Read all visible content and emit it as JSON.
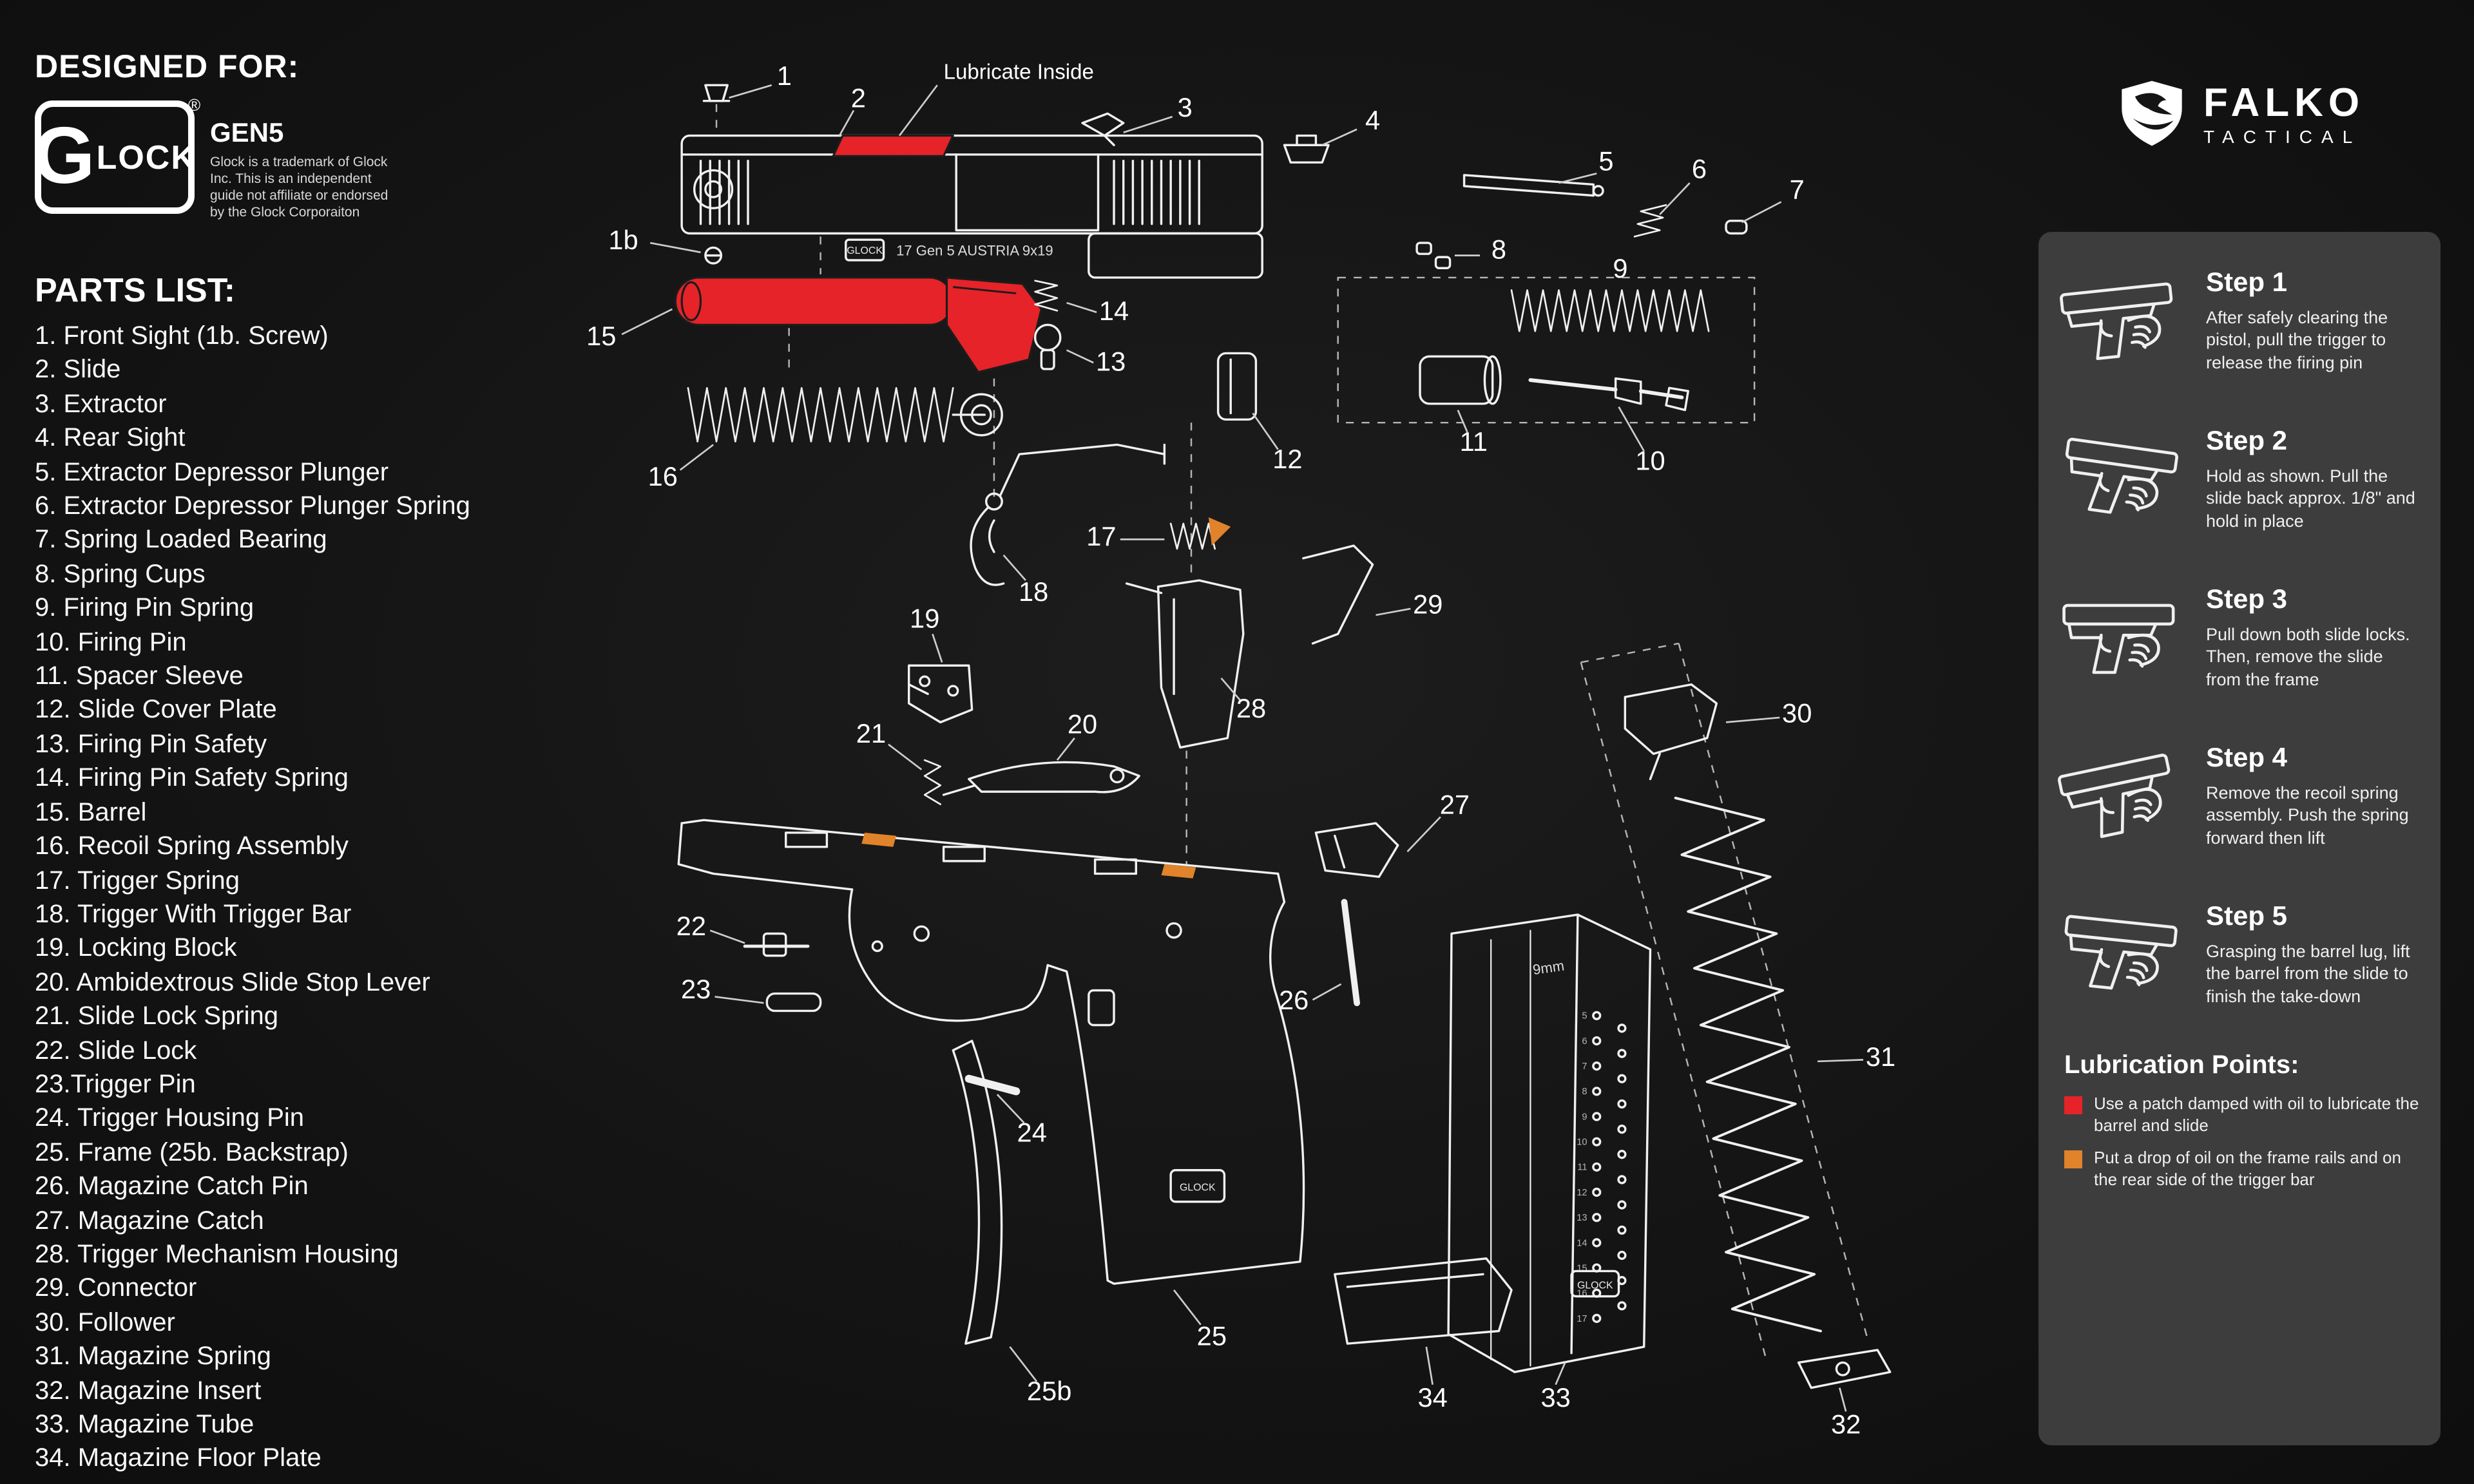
{
  "header": {
    "designed_for": "DESIGNED FOR:",
    "glock_g": "G",
    "glock_lock": "LOCK",
    "registered": "®",
    "gen": "GEN5",
    "disclaimer": "Glock is a trademark of Glock Inc. This is an independent guide not affiliate or endorsed by the Glock Corporaiton"
  },
  "brand": {
    "falko": "FALKO",
    "tactical": "TACTICAL"
  },
  "parts_list": {
    "title": "PARTS LIST:",
    "items": [
      "1. Front Sight (1b. Screw)",
      "2. Slide",
      "3. Extractor",
      "4. Rear Sight",
      "5. Extractor Depressor Plunger",
      "6. Extractor Depressor Plunger Spring",
      "7. Spring Loaded Bearing",
      "8. Spring Cups",
      "9. Firing Pin Spring",
      "10. Firing Pin",
      "11. Spacer Sleeve",
      "12. Slide Cover Plate",
      "13. Firing Pin Safety",
      "14. Firing Pin Safety Spring",
      "15. Barrel",
      "16. Recoil Spring Assembly",
      "17. Trigger Spring",
      "18. Trigger With Trigger Bar",
      "19. Locking Block",
      "20. Ambidextrous Slide Stop Lever",
      "21. Slide Lock Spring",
      "22. Slide Lock",
      "23.Trigger Pin",
      "24. Trigger Housing Pin",
      "25. Frame (25b. Backstrap)",
      "26. Magazine Catch Pin",
      "27. Magazine Catch",
      "28. Trigger Mechanism Housing",
      "29. Connector",
      "30. Follower",
      "31. Magazine Spring",
      "32. Magazine Insert",
      "33. Magazine Tube",
      "34. Magazine Floor Plate"
    ]
  },
  "diagram": {
    "lubricate_label": "Lubricate Inside",
    "slide_marking": "17 Gen 5   AUSTRIA   9x19",
    "brandmark": "GLOCK",
    "mag_marking": "9mm",
    "mag_numbers": [
      "5",
      "6",
      "7",
      "8",
      "9",
      "10",
      "11",
      "12",
      "13",
      "14",
      "15",
      "16",
      "17"
    ],
    "callouts": {
      "c1": "1",
      "c1b": "1b",
      "c2": "2",
      "c3": "3",
      "c4": "4",
      "c5": "5",
      "c6": "6",
      "c7": "7",
      "c8": "8",
      "c9": "9",
      "c10": "10",
      "c11": "11",
      "c12": "12",
      "c13": "13",
      "c14": "14",
      "c15": "15",
      "c16": "16",
      "c17": "17",
      "c18": "18",
      "c19": "19",
      "c20": "20",
      "c21": "21",
      "c22": "22",
      "c23": "23",
      "c24": "24",
      "c25": "25",
      "c25b": "25b",
      "c26": "26",
      "c27": "27",
      "c28": "28",
      "c29": "29",
      "c30": "30",
      "c31": "31",
      "c32": "32",
      "c33": "33",
      "c34": "34"
    }
  },
  "steps_panel": {
    "steps": [
      {
        "title": "Step 1",
        "text": "After safely clearing the pistol, pull the trigger to release the firing pin"
      },
      {
        "title": "Step 2",
        "text": "Hold as shown. Pull the slide back approx. 1/8\" and hold in place"
      },
      {
        "title": "Step 3",
        "text": "Pull down both slide locks. Then, remove the slide from the frame"
      },
      {
        "title": "Step 4",
        "text": "Remove the recoil spring assembly. Push the spring forward then lift"
      },
      {
        "title": "Step 5",
        "text": "Grasping the barrel lug, lift the barrel from the slide to finish the take-down"
      }
    ],
    "lubrication": {
      "title": "Lubrication Points:",
      "legend": [
        {
          "color": "#e62329",
          "text": "Use a patch damped with oil to lubricate the barrel and slide"
        },
        {
          "color": "#e0832a",
          "text": "Put a drop of oil on the frame rails and on the rear side of the trigger bar"
        }
      ]
    }
  },
  "colors": {
    "red": "#e62329",
    "orange": "#e0832a",
    "panel": "#3d3d3d",
    "background": "#131313"
  }
}
